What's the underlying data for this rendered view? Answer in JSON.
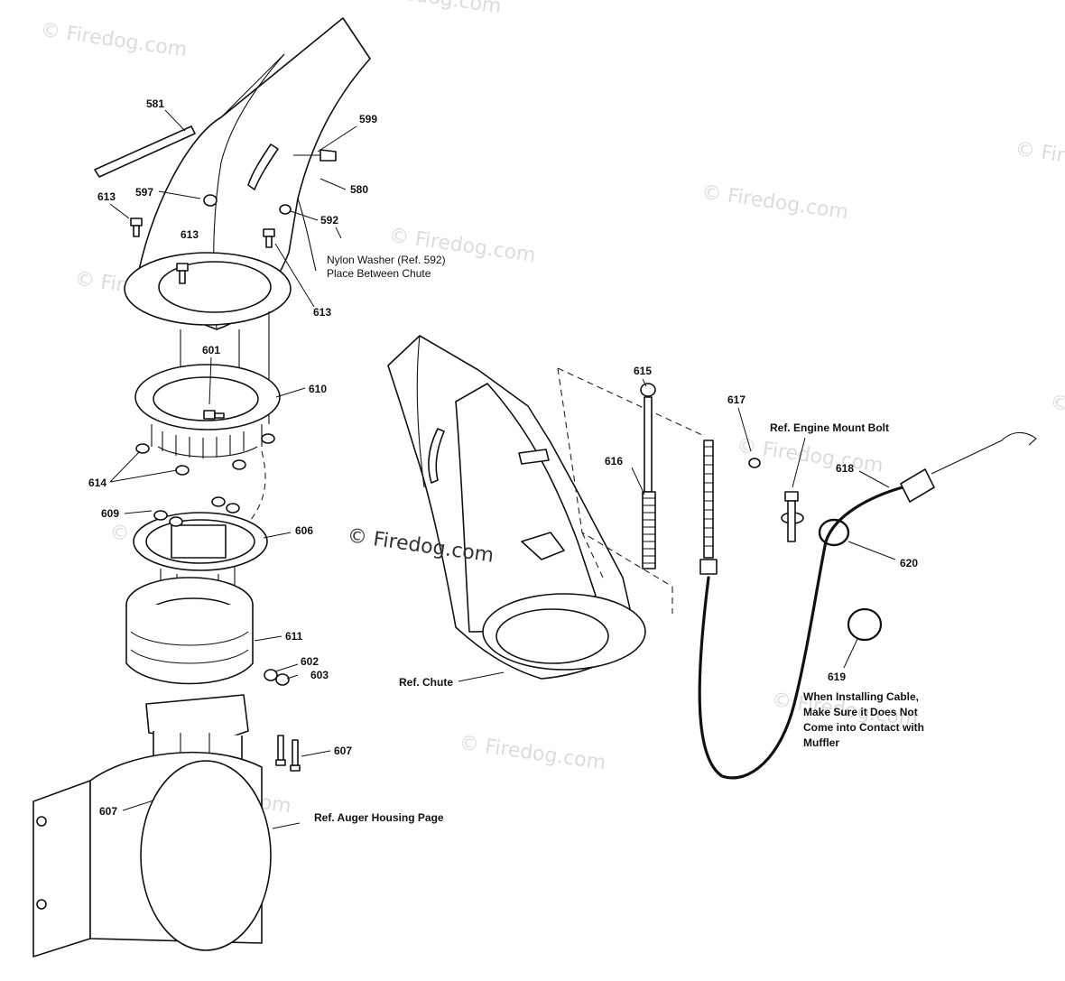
{
  "watermark": {
    "text": "© Firedog.com",
    "color_light": "#dcdcdc",
    "color_center": "#333333"
  },
  "part_numbers": {
    "p580": "580",
    "p581": "581",
    "p592": "592",
    "p597": "597",
    "p599": "599",
    "p601": "601",
    "p602": "602",
    "p603": "603",
    "p606": "606",
    "p607a": "607",
    "p607b": "607",
    "p609": "609",
    "p610": "610",
    "p611": "611",
    "p613a": "613",
    "p613b": "613",
    "p613c": "613",
    "p614": "614",
    "p615": "615",
    "p616": "616",
    "p617": "617",
    "p618": "618",
    "p619": "619",
    "p620": "620"
  },
  "notes": {
    "nylon_washer_line1": "Nylon Washer (Ref. 592)",
    "nylon_washer_line2": "Place Between Chute",
    "ref_engine_mount_bolt": "Ref. Engine Mount Bolt",
    "ref_chute": "Ref.  Chute",
    "ref_auger_housing": "Ref. Auger Housing Page",
    "cable_line1": "When Installing Cable,",
    "cable_line2": "Make Sure it Does Not",
    "cable_line3": "Come into Contact with",
    "cable_line4": "Muffler"
  }
}
